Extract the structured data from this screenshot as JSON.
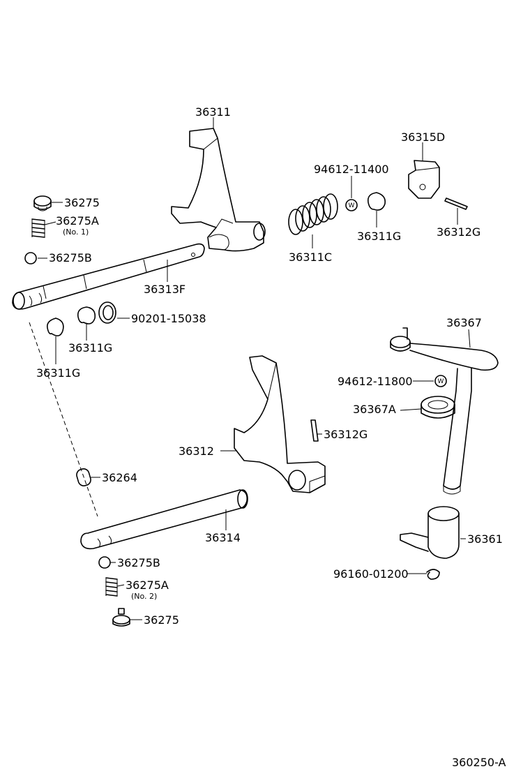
{
  "diagram_ref": "360250-A",
  "labels": {
    "p36311": "36311",
    "p94612_11400": "94612-11400",
    "p36315D": "36315D",
    "p36275_top": "36275",
    "p36275A_top": "36275A",
    "p36275A_top_note": "(No. 1)",
    "p36311C": "36311C",
    "p36311G_right": "36311G",
    "p36312G_top": "36312G",
    "p36275B_top": "36275B",
    "p36313F": "36313F",
    "p90201_15038": "90201-15038",
    "p36311G_mid": "36311G",
    "p36311G_left": "36311G",
    "p36367": "36367",
    "p94612_11800": "94612-11800",
    "p36367A": "36367A",
    "p36312": "36312",
    "p36312G_mid": "36312G",
    "p36264": "36264",
    "p36314": "36314",
    "p36361": "36361",
    "p36275B_bottom": "36275B",
    "p36275A_bottom": "36275A",
    "p36275A_bottom_note": "(No. 2)",
    "p96160_01200": "96160-01200",
    "p36275_bottom": "36275",
    "washer_mark": "W"
  }
}
